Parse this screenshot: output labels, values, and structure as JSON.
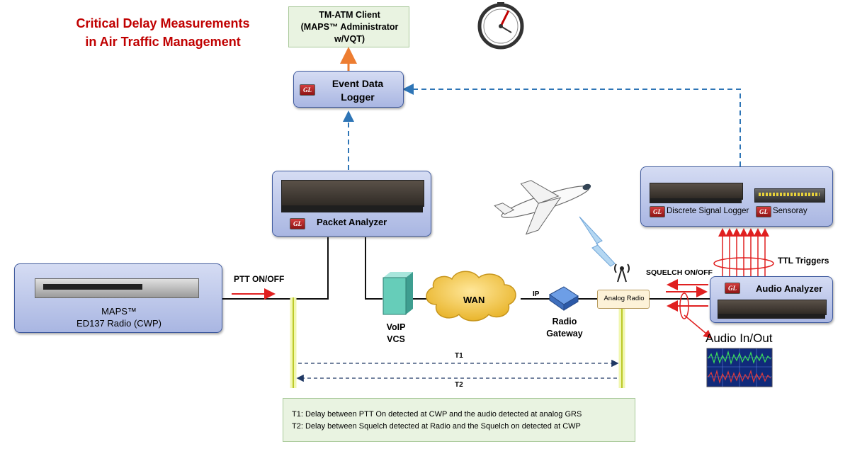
{
  "title": {
    "line1": "Critical Delay Measurements",
    "line2": "in Air Traffic Management"
  },
  "client": {
    "line1": "TM-ATM Client",
    "line2": "(MAPS™ Administrator",
    "line3": "w/VQT)"
  },
  "logger": {
    "line1": "Event Data",
    "line2": "Logger",
    "badge": "GL"
  },
  "packet_analyzer": {
    "label": "Packet Analyzer",
    "badge": "GL"
  },
  "maps": {
    "line1": "MAPS™",
    "line2": "ED137 Radio (CWP)"
  },
  "ptt_label": "PTT ON/OFF",
  "voip": {
    "line1": "VoIP",
    "line2": "VCS"
  },
  "wan_label": "WAN",
  "ip_label": "IP",
  "gateway": {
    "line1": "Radio",
    "line2": "Gateway"
  },
  "analog_radio": "Analog Radio",
  "squelch_label": "SQUELCH ON/OFF",
  "discrete_logger": {
    "label": "Discrete Signal Logger",
    "badge": "GL"
  },
  "sensoray": {
    "label": "Sensoray",
    "badge": "GL"
  },
  "ttl_label": "TTL Triggers",
  "audio_analyzer": {
    "label": "Audio Analyzer",
    "badge": "GL"
  },
  "audio_io": "Audio In/Out",
  "t1_label": "T1",
  "t2_label": "T2",
  "legend": {
    "t1": "T1:  Delay between PTT On detected at CWP and the audio detected at analog GRS",
    "t2": "T2:  Delay between Squelch detected at Radio and the Squelch on detected at CWP"
  },
  "colors": {
    "title": "#c00000",
    "dashed": "#2e75b6",
    "red_arrow": "#e02020",
    "orange_arrow": "#ed7d31",
    "marker": "#e6f08a"
  },
  "icons": [
    "stopwatch-icon",
    "airplane-icon",
    "lightning-icon",
    "antenna-icon",
    "wan-cloud-icon",
    "server-tower-icon",
    "router-icon",
    "waveform-icon"
  ]
}
